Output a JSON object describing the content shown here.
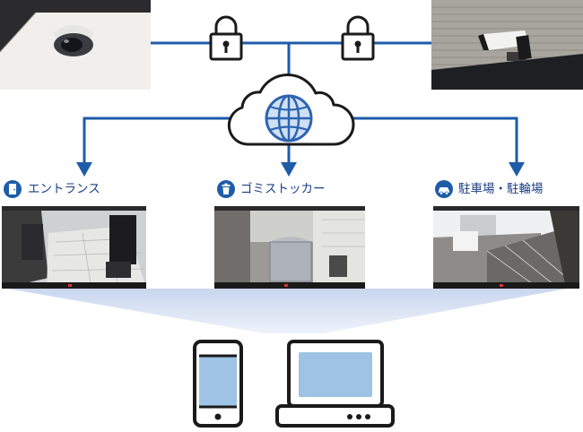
{
  "locations": [
    {
      "label": "エントランス",
      "icon": "door-icon"
    },
    {
      "label": "ゴミストッカー",
      "icon": "trash-icon"
    },
    {
      "label": "駐車場・駐輪場",
      "icon": "car-icon"
    }
  ],
  "cameras": [
    {
      "type": "dome-camera",
      "icon": "dome-camera-icon"
    },
    {
      "type": "bullet-camera",
      "icon": "bullet-camera-icon"
    }
  ],
  "devices": [
    {
      "type": "smartphone",
      "icon": "smartphone-icon"
    },
    {
      "type": "laptop",
      "icon": "laptop-icon"
    }
  ],
  "colors": {
    "network_line": "#1f5ca8",
    "cloud_stroke": "#1a1a1a",
    "globe": "#2e64b0",
    "globe_fill": "#cfe0f3",
    "funnel": "#dbe4f4",
    "screen_fill": "#9ec3e4"
  }
}
